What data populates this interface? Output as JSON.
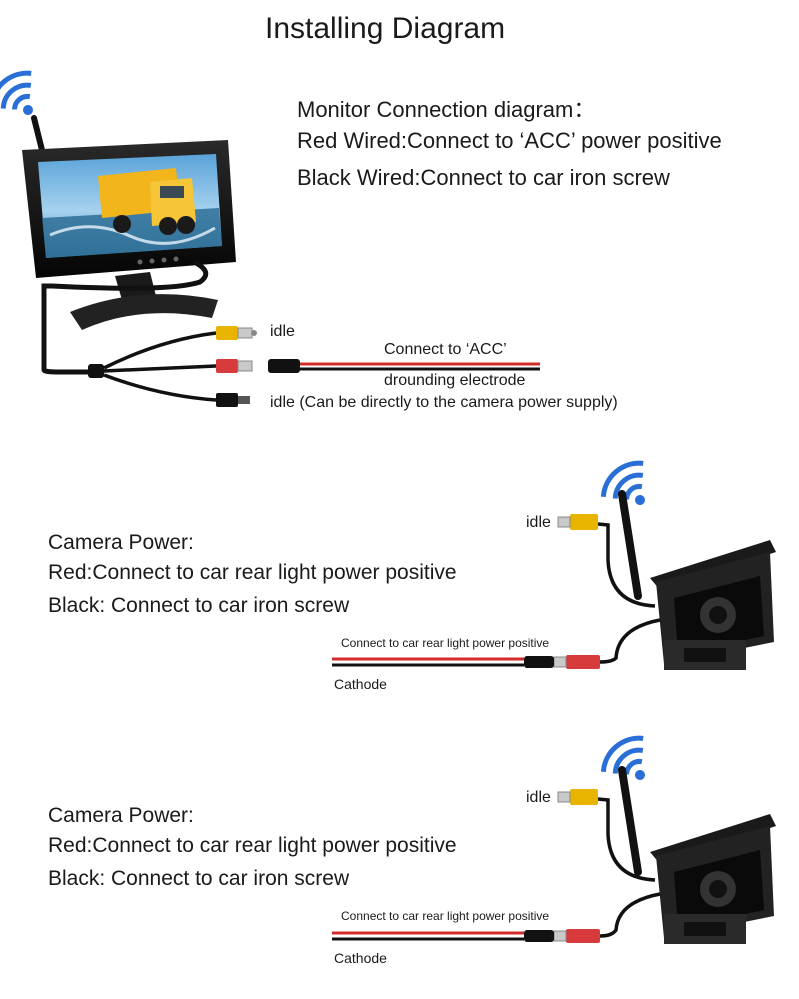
{
  "title": "Installing Diagram",
  "monitor": {
    "heading": "Monitor Connection diagram：",
    "red_wire": "Red Wired:Connect to ‘ACC’ power positive",
    "black_wire": "Black Wired:Connect to car iron screw",
    "label_idle_yellow": "idle",
    "label_acc": "Connect to ‘ACC’",
    "label_ground": "drounding electrode",
    "label_idle_black": "idle (Can be directly to the camera power supply)"
  },
  "camera_sections": [
    {
      "heading": "Camera Power:",
      "red": "Red:Connect to car rear light power positive",
      "black": "Black: Connect to car iron screw",
      "idle": "idle",
      "wire_label": "Connect to car rear light power positive",
      "cathode": "Cathode"
    },
    {
      "heading": "Camera Power:",
      "red": "Red:Connect to car rear light power positive",
      "black": "Black: Connect to car iron screw",
      "idle": "idle",
      "wire_label": "Connect to car rear light power positive",
      "cathode": "Cathode"
    }
  ],
  "colors": {
    "wifi": "#2a6fd6",
    "red_wire": "#d42a2a",
    "rca_yellow": "#e9b400",
    "rca_red": "#d63a3a",
    "cable": "#111111",
    "truck": "#f2b51c",
    "sky": "#7db9e0"
  },
  "icons": [
    "wifi-icon",
    "monitor-icon",
    "camera-icon",
    "rca-connector-icon"
  ]
}
